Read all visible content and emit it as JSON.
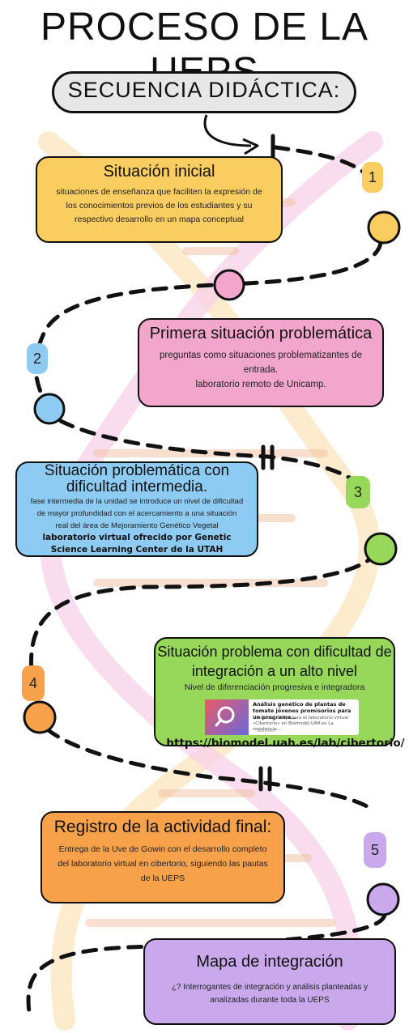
{
  "header": {
    "title": "PROCESO DE LA UEPS",
    "subtitle": "SECUENCIA DIDÁCTICA:"
  },
  "steps": [
    {
      "number": "1",
      "title": "Situación inicial",
      "lines": [
        "situaciones de enseñanza que faciliten la expresión de",
        "los conocimientos previos de los estudiantes y su",
        "respectivo desarrollo en un mapa conceptual"
      ]
    },
    {
      "number": "2",
      "title": "Primera situación problemática",
      "lines": [
        "preguntas como situaciones problematizantes de",
        "entrada.",
        "laboratorio remoto de Unicamp."
      ]
    },
    {
      "number": "3",
      "title_lines": [
        "Situación problemática con",
        "dificultad intermedia."
      ],
      "lines": [
        "fase intermedia de la unidad se introduce un nivel de dificultad",
        "de mayor profundidad con el acercamiento a una situación",
        "real del área de Mejoramiento Genético Vegetal"
      ],
      "bold_lines": [
        "laboratorio virtual ofrecido por Genetic",
        "Science Learning Center de la UTAH"
      ]
    },
    {
      "number": "4",
      "title_lines": [
        "Situación problema con dificultad de",
        "integración a un alto nivel"
      ],
      "lines": [
        "Nivel de diferenciación progresiva e integradora"
      ],
      "thumbnail": {
        "title": "Análisis genético de plantas de tomate jóvenes promisorios para un programa...",
        "text": "Guión de trabajo para el laboratorio virtual «Cibertorio» en Biomodel UAH.es La resistencia...",
        "source": "Biomodel"
      },
      "link": "https://biomodel.uah.es/lab/cibertorio/"
    },
    {
      "number": "5",
      "title": "Registro de la actividad final:",
      "lines": [
        "Entrega de la Uve de Gowin con el desarrollo completo",
        "del laboratorio virtual en cibertorio, siguiendo las pautas",
        "de la UEPS"
      ]
    },
    {
      "title": "Mapa de integración",
      "lines": [
        "¿? Interrogantes de integración y  análisis planteadas y",
        "analizadas durante toda la UEPS"
      ]
    }
  ],
  "colors": {
    "yellow": "#f9cd5f",
    "pink": "#f3a6cb",
    "blue": "#8ecbf2",
    "green": "#97d85a",
    "orange": "#f7a14b",
    "purple": "#c9a9ec",
    "helix_top": "#fbe6c0",
    "helix_bottom": "#f7d3e8"
  }
}
